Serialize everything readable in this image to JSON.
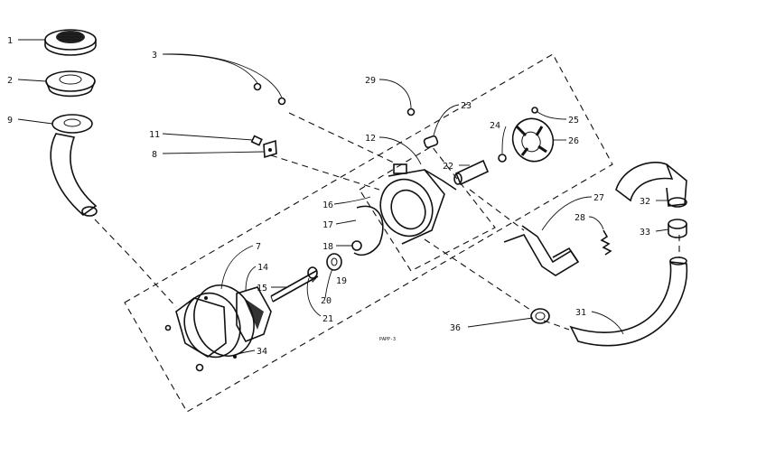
{
  "diagram": {
    "code": "PAPP-3",
    "callouts": {
      "c1": "1",
      "c2": "2",
      "c9": "9",
      "c3": "3",
      "c11": "11",
      "c8": "8",
      "c29": "29",
      "c23": "23",
      "c25": "25",
      "c24": "24",
      "c26": "26",
      "c12": "12",
      "c22": "22",
      "c16": "16",
      "c17": "17",
      "c18": "18",
      "c27": "27",
      "c28": "28",
      "c32": "32",
      "c33": "33",
      "c7": "7",
      "c14": "14",
      "c15": "15",
      "c19": "19",
      "c20": "20",
      "c21": "21",
      "c34": "34",
      "c36": "36",
      "c31": "31"
    }
  }
}
